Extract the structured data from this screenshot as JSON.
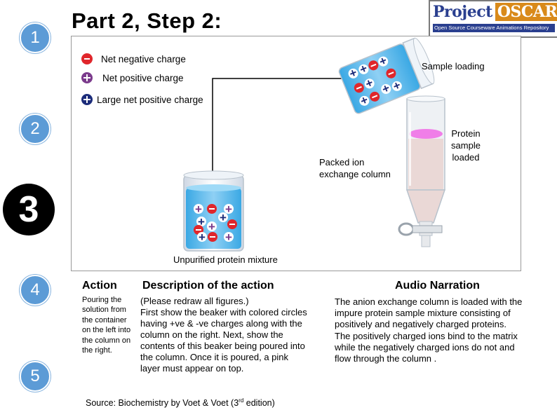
{
  "title": "Part 2, Step 2:",
  "logo": {
    "word1": "Project",
    "word2": "OSCAR",
    "tagline": "Open Source Courseware Animations Repository"
  },
  "steps": [
    "1",
    "2",
    "3",
    "4",
    "5"
  ],
  "legend": {
    "negative": "Net negative charge",
    "positive": "Net positive charge",
    "large_positive": "Large net positive charge"
  },
  "labels": {
    "sample_loading": "Sample loading",
    "protein_loaded": [
      "Protein",
      "sample",
      "loaded"
    ],
    "packed_column": [
      "Packed ion",
      "exchange column"
    ],
    "unpurified": "Unpurified protein mixture"
  },
  "table": {
    "action_header": "Action",
    "description_header": "Description of the action",
    "narration_header": "Audio Narration",
    "action_lines": [
      "Pouring the",
      "solution from",
      "the container",
      "on the left into",
      "the column on",
      "the right."
    ],
    "description_lines": [
      "(Please redraw all figures.)",
      "First show the beaker with colored circles",
      "having +ve & -ve charges along with the",
      "column on the right. Next, show the",
      "contents of this beaker being poured into",
      "the column. Once it is poured, a pink",
      "layer must appear on top."
    ],
    "narration_lines": [
      "The anion exchange column is loaded with the",
      "impure protein sample mixture consisting of",
      "positively and negatively charged proteins.",
      "The positively charged ions bind to the matrix",
      "while the negatively charged ions do not and",
      "flow through the column ."
    ]
  },
  "source": {
    "prefix": "Source: Biochemistry by Voet & Voet (3",
    "sup": "rd",
    "suffix": " edition)"
  },
  "colors": {
    "step_blue": "#5c9bd6",
    "negative": "#e0262b",
    "positive": "#7b3b8c",
    "large_positive": "#1c2c7a",
    "liquid": "#4fb3e8",
    "pink_layer": "#f07ee8",
    "column_fill": "#ead8d6",
    "logo_blue": "#2a3f8f",
    "logo_orange": "#d98a1a"
  },
  "icons": [
    "minus-circle-icon",
    "plus-circle-icon",
    "large-plus-circle-icon",
    "beaker-icon",
    "chromatography-column-icon",
    "stopcock-icon"
  ]
}
